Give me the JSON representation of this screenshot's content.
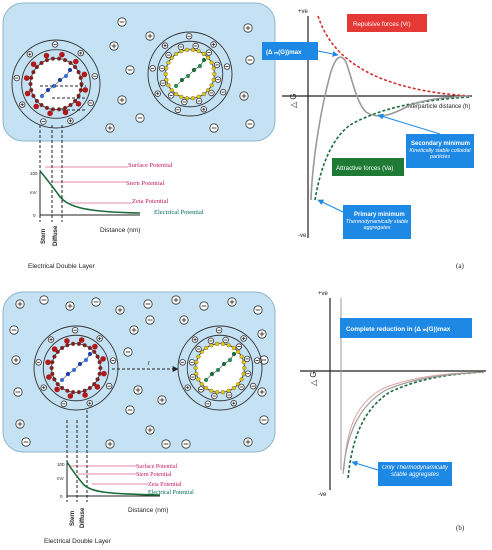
{
  "panel_a": {
    "left": {
      "graph": {
        "y_top": "100",
        "y_unit": "mV",
        "y_bottom": "0",
        "labels": {
          "surface": "Surface Potential",
          "stern": "Stern Potential",
          "zeta": "Zeta Potential",
          "electrical": "Electrical Potential"
        },
        "layer_stern": "Stern",
        "layer_diffuse": "Diffuse",
        "x_label": "Distance (nm)"
      },
      "caption": "Electrical Double Layer"
    },
    "right": {
      "y_top": "+ve",
      "y_bottom": "-ve",
      "y_axis_label": "△ G",
      "x_axis_label": "Interparticle distance (h)",
      "repulsive": "Repulsive forces (Vr)",
      "attractive": "Attractive forces (Va)",
      "barrier": "(Δ ₘ(G))max",
      "secondary_title": "Secondary minimum",
      "secondary_sub": "Kinetically stable colloidal particles",
      "primary_title": "Primary minimum",
      "primary_sub": "Thermodynamically stable aggregates"
    },
    "tag": "(a)"
  },
  "panel_b": {
    "left": {
      "distance_mark": "r",
      "graph": {
        "y_top": "100",
        "y_unit": "mV",
        "y_bottom": "0",
        "labels": {
          "surface": "Surface Potential",
          "stern": "Stern Potential",
          "zeta": "Zeta Potential",
          "electrical": "Electrical Potential"
        },
        "layer_stern": "Stern",
        "layer_diffuse": "Diffuse",
        "x_label": "Distance (nm)"
      },
      "caption": "Electrical Double Layer"
    },
    "right": {
      "y_top": "+ve",
      "y_bottom": "-ve",
      "y_axis_label": "△ G",
      "reduction": "Complete reduction in (Δ ₘ(G))max",
      "only_title": "Only  Thermodynamically stable aggregates"
    },
    "tag": "(b)"
  },
  "colors": {
    "background_box": "#c5e2f5",
    "red_particle": "#b21a1a",
    "yellow_particle": "#f2e200",
    "repulsive_box": "#e53935",
    "attractive_box": "#1e7a34",
    "info_box": "#1e88e5",
    "curve_red": "#d32f2f",
    "curve_green": "#1b6b3a",
    "curve_gray": "#9a9a9a",
    "label_magenta": "#c2185b",
    "label_teal": "#00695c"
  }
}
